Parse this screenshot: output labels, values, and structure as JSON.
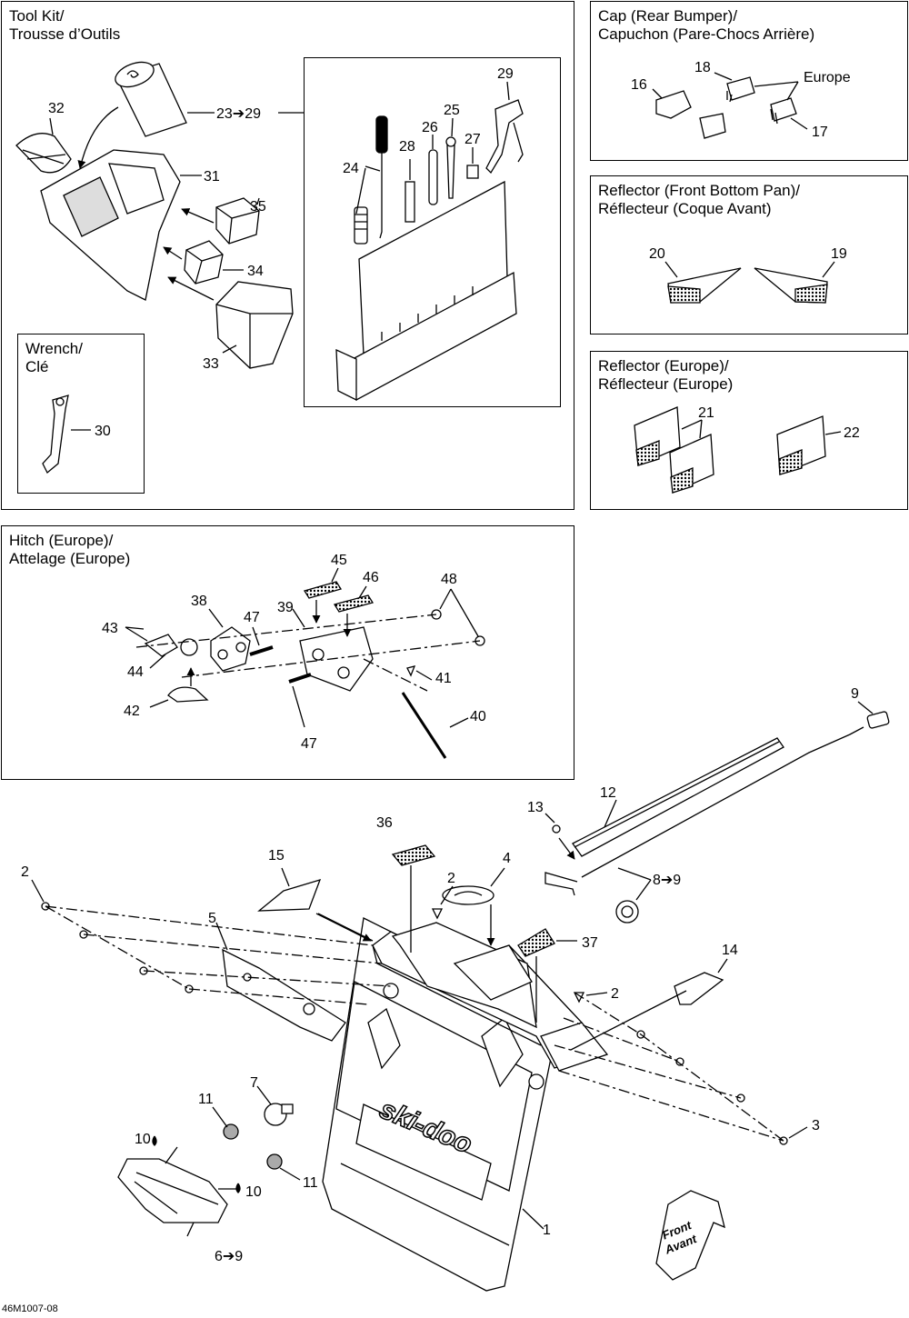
{
  "panels": {
    "tool_kit": {
      "title_line1": "Tool Kit/",
      "title_line2": "Trousse d’Outils"
    },
    "wrench": {
      "title_line1": "Wrench/",
      "title_line2": "Clé"
    },
    "cap": {
      "title_line1": "Cap (Rear Bumper)/",
      "title_line2": "Capuchon (Pare-Chocs Arrière)"
    },
    "reflector_front": {
      "title_line1": "Reflector (Front Bottom Pan)/",
      "title_line2": "Réflecteur (Coque Avant)"
    },
    "reflector_europe": {
      "title_line1": "Reflector (Europe)/",
      "title_line2": "Réflecteur (Europe)"
    },
    "hitch": {
      "title_line1": "Hitch (Europe)/",
      "title_line2": "Attelage (Europe)"
    }
  },
  "callouts": {
    "p1": "1",
    "p2a": "2",
    "p2b": "2",
    "p2c": "2",
    "p3": "3",
    "p4": "4",
    "p5": "5",
    "p6": "6➔9",
    "p7": "7",
    "p8": "8➔9",
    "p9": "9",
    "p10a": "10",
    "p10b": "10",
    "p11a": "11",
    "p11b": "11",
    "p12": "12",
    "p13": "13",
    "p14": "14",
    "p15": "15",
    "p16": "16",
    "p17": "17",
    "p18": "18",
    "p19": "19",
    "p20": "20",
    "p21": "21",
    "p22": "22",
    "p23": "23➔29",
    "p24": "24",
    "p25": "25",
    "p26": "26",
    "p27": "27",
    "p28": "28",
    "p29": "29",
    "p30": "30",
    "p31": "31",
    "p32": "32",
    "p33": "33",
    "p34": "34",
    "p35": "35",
    "p36": "36",
    "p37": "37",
    "p38": "38",
    "p39": "39",
    "p40": "40",
    "p41": "41",
    "p42": "42",
    "p43": "43",
    "p44": "44",
    "p45": "45",
    "p46": "46",
    "p47a": "47",
    "p47b": "47",
    "p48": "48",
    "europe": "Europe"
  },
  "decal": {
    "brand": "ski-doo"
  },
  "front_arrow": {
    "line1": "Front",
    "line2": "Avant"
  },
  "figure_id": "46M1007-08"
}
